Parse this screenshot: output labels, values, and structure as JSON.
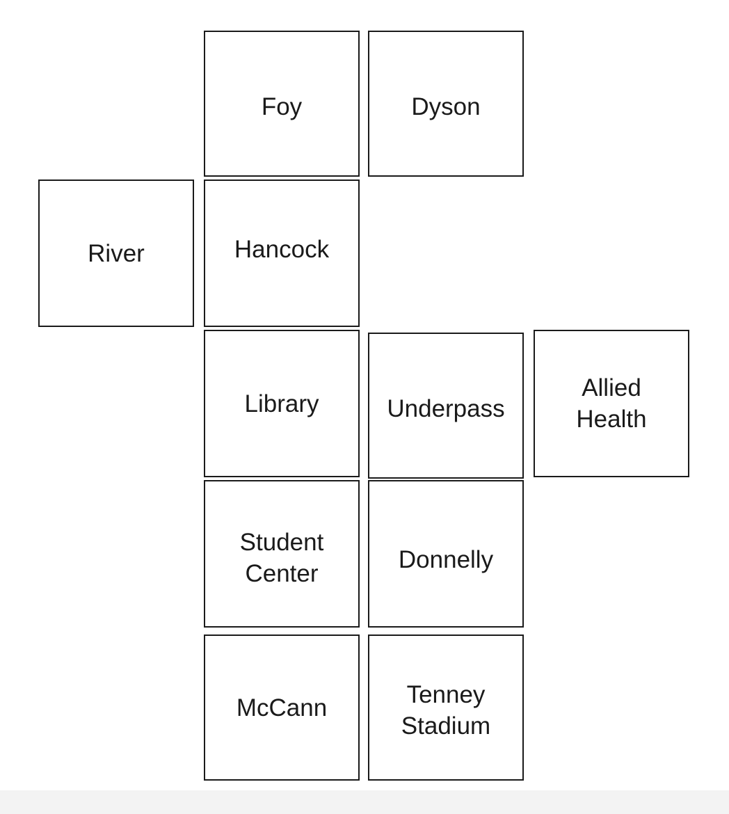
{
  "diagram": {
    "boxes": [
      {
        "id": "foy",
        "label": "Foy"
      },
      {
        "id": "dyson",
        "label": "Dyson"
      },
      {
        "id": "river",
        "label": "River"
      },
      {
        "id": "hancock",
        "label": "Hancock"
      },
      {
        "id": "library",
        "label": "Library"
      },
      {
        "id": "underpass",
        "label": "Underpass"
      },
      {
        "id": "allied-health",
        "label": "Allied\nHealth"
      },
      {
        "id": "student-center",
        "label": "Student\nCenter"
      },
      {
        "id": "donnelly",
        "label": "Donnelly"
      },
      {
        "id": "mccann",
        "label": "McCann"
      },
      {
        "id": "tenney-stadium",
        "label": "Tenney\nStadium"
      }
    ]
  }
}
